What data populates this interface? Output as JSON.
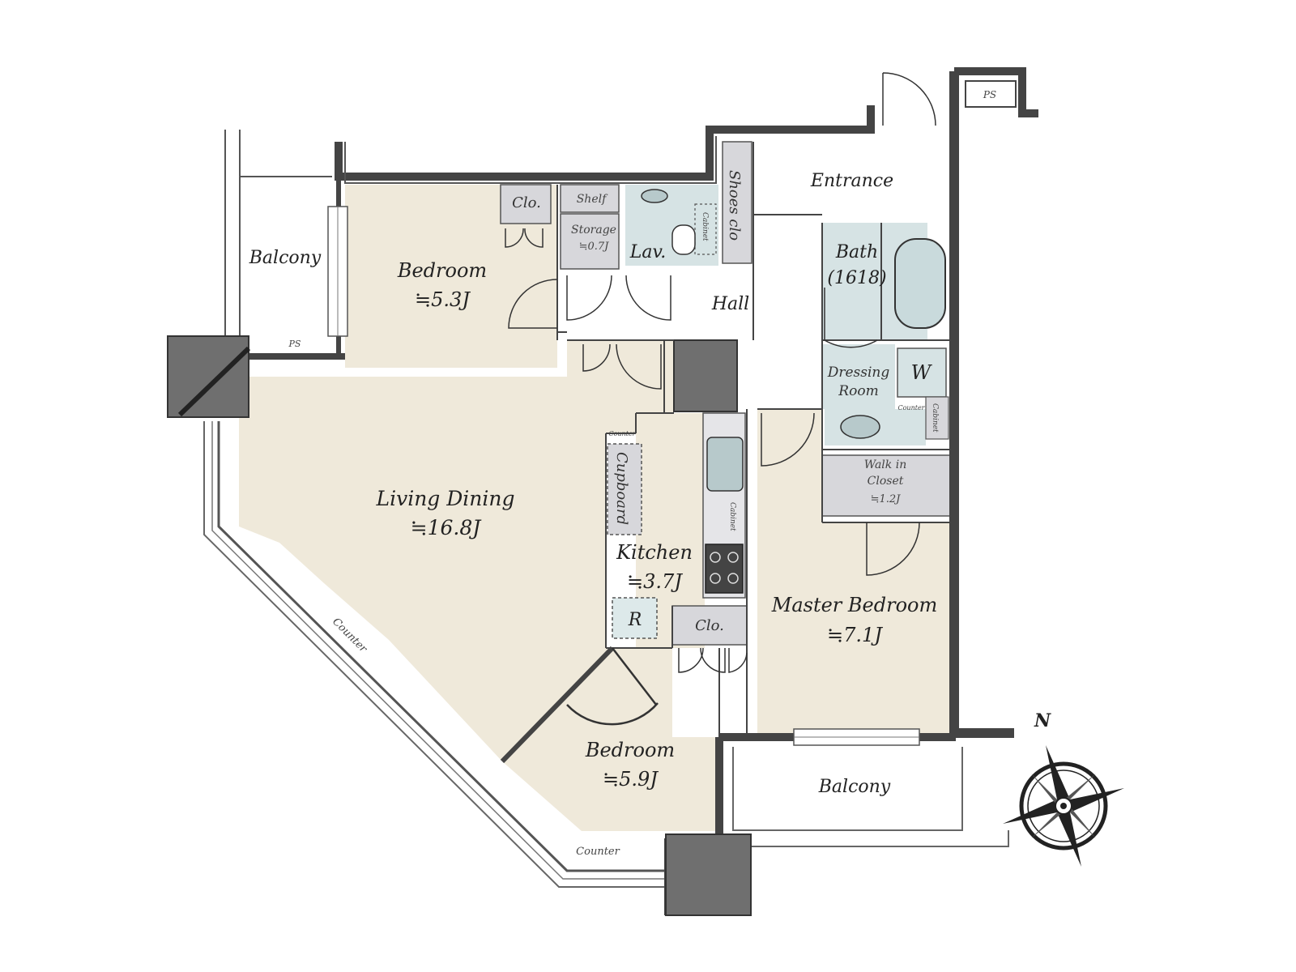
{
  "colors": {
    "floor_beige": "#efe9da",
    "wet_area_blue": "#d6e3e4",
    "storage_gray": "#d7d7db",
    "wall_gray": "#777777",
    "column_gray": "#6f6f6f",
    "line": "#333333"
  },
  "rooms": {
    "balcony_west": {
      "name": "Balcony"
    },
    "bedroom_north": {
      "name": "Bedroom",
      "size": "≒5.3J"
    },
    "entrance": {
      "name": "Entrance"
    },
    "hall": {
      "name": "Hall"
    },
    "bath": {
      "name": "Bath",
      "size": "(1618)"
    },
    "dressing_room": {
      "line1": "Dressing",
      "line2": "Room"
    },
    "living_dining": {
      "name": "Living Dining",
      "size": "≒16.8J"
    },
    "kitchen": {
      "name": "Kitchen",
      "size": "≒3.7J"
    },
    "master_bedroom": {
      "name": "Master Bedroom",
      "size": "≒7.1J"
    },
    "bedroom_south": {
      "name": "Bedroom",
      "size": "≒5.9J"
    },
    "balcony_south": {
      "name": "Balcony"
    }
  },
  "fixtures": {
    "clo_north": "Clo.",
    "shelf": "Shelf",
    "storage": "Storage",
    "storage_size": "≒0.7J",
    "lav": "Lav.",
    "cabinet": "Cabinet",
    "shoes_clo": "Shoes clo",
    "washer": "W",
    "counter": "Counter",
    "walk_in_line1": "Walk in",
    "walk_in_line2": "Closet",
    "walk_in_size": "≒1.2J",
    "cupboard": "Cupboard",
    "fridge": "R",
    "clo_kitchen": "Clo.",
    "ps": "PS"
  },
  "compass": {
    "north": "N"
  }
}
